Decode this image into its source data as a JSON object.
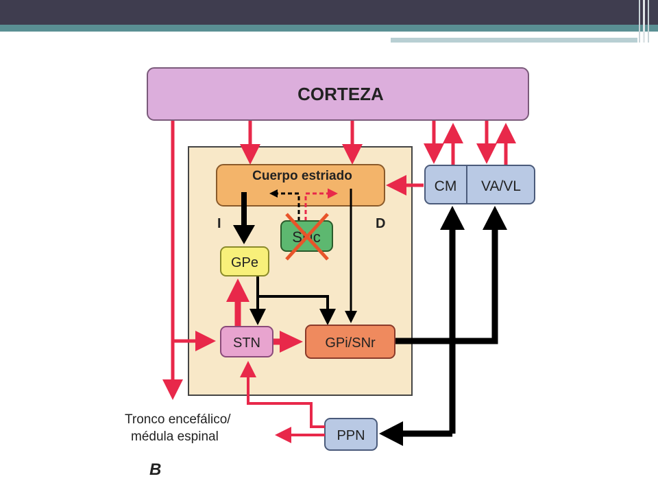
{
  "nodes": {
    "corteza": "CORTEZA",
    "cuerpo": "Cuerpo estriado",
    "snc": "SNc",
    "gpe": "GPe",
    "stn": "STN",
    "gpi": "GPi/SNr",
    "cm": "CM",
    "vavl": "VA/VL",
    "ppn": "PPN"
  },
  "labels": {
    "left": "I",
    "right": "D",
    "tronco_line1": "Tronco encefálico/",
    "tronco_line2": "médula espinal",
    "panel": "B"
  },
  "colors": {
    "excitatory": "#e8284a",
    "inhibitory": "#000000",
    "cortex_fill": "#dcaedc",
    "basal_ganglia_bg": "#f8e8c8",
    "striatum_fill": "#f3b46a",
    "snc_fill": "#5db870",
    "snc_cross": "#e8542a",
    "gpe_fill": "#f8f07a",
    "stn_fill": "#e8a4cf",
    "gpi_fill": "#ef8a5e",
    "thalamus_fill": "#b9c9e4",
    "ppn_fill": "#b9c9e4"
  }
}
